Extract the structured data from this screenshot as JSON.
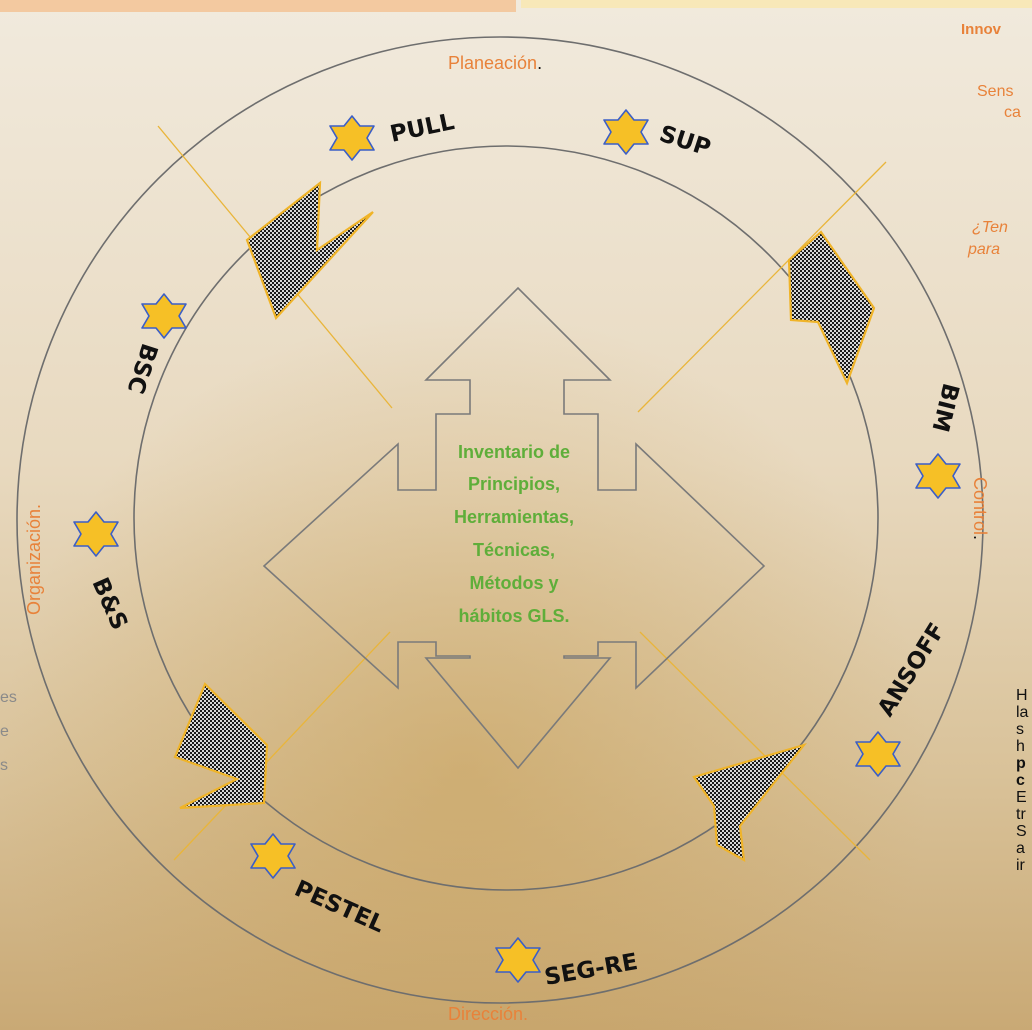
{
  "diagram": {
    "phases": {
      "top": "Planeación",
      "left": "Organización.",
      "right": "Control",
      "bottom": "Dirección."
    },
    "period": ".",
    "center_lines": [
      "Inventario de",
      "Principios,",
      "Herramientas,",
      "Técnicas,",
      "Métodos y",
      "hábitos GLS."
    ],
    "tools": [
      "PULL",
      "SUP",
      "BIM",
      "ANSOFF",
      "SEG-RE",
      "PESTEL",
      "B&S",
      "BSC"
    ]
  },
  "right_panel": {
    "heading_fragment": "Innov",
    "orange_fragments": [
      "Sens",
      "ca"
    ],
    "italic_fragments": [
      "¿Ten",
      "para"
    ],
    "body_fragments": [
      "H",
      "la",
      "s",
      "h",
      "p",
      "c",
      "E",
      "tr",
      "S",
      "a",
      "ir"
    ]
  },
  "left_panel": {
    "fragments": [
      "es",
      "e",
      "s"
    ]
  },
  "colors": {
    "accent_orange": "#e8823a",
    "center_text_green": "#5fae3a",
    "star_gold": "#f6c026",
    "star_stroke": "#3a5ec8",
    "ring_gray": "#6e6e6e",
    "divider_yellow": "#e9b53a"
  }
}
